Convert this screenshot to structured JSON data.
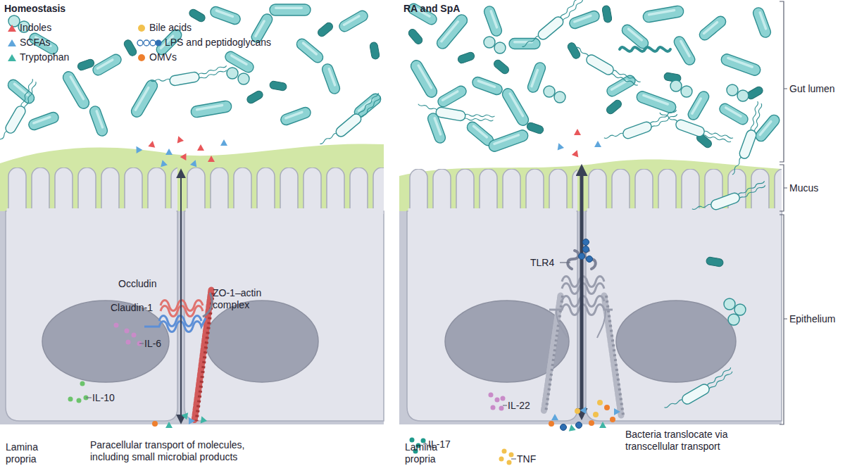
{
  "diagram": {
    "nodes": [
      {
        "text": [
          "Homeostasis"
        ]
      },
      {
        "text": [
          "RA and SpA"
        ]
      }
    ],
    "labels": [
      "Occludin",
      "Claudin-1",
      "ZO-1–actin complex",
      "IL-6",
      "IL-10",
      "Paracellular transport of molecules, including small microbial products",
      "Lamina propria",
      "TLR4",
      "IL-22",
      "IL-17",
      "TNF",
      "Bacteria translocate via transcellular transport",
      "Lamina propria",
      "Gut lumen",
      "Mucus",
      "Epithelium"
    ],
    "legend": [
      {
        "text": "Indoles",
        "color": "#e8575a"
      },
      {
        "text": "SCFAs",
        "color": "#5fa6dc"
      },
      {
        "text": "Tryptophan",
        "color": "#3fb5a5"
      },
      {
        "text": "Bile acids",
        "color": "#f2c14e"
      },
      {
        "text": "LPS and peptidoglycans",
        "color": "#2f6fb3"
      },
      {
        "text": "OMVs",
        "color": "#ee7f2e"
      }
    ]
  }
}
